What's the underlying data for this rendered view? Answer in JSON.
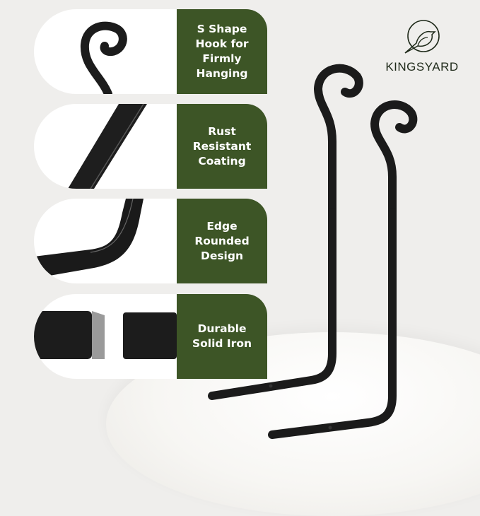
{
  "brand": {
    "name": "KINGSYARD",
    "logo_icon": "bird-in-circle-icon"
  },
  "colors": {
    "background": "#efeeec",
    "panel_green": "#3d5526",
    "panel_text": "#ffffff",
    "product_black": "#1a1a1a",
    "logo_ink": "#1f2a1a"
  },
  "features": [
    {
      "label": "S Shape\nHook for\nFirmly\nHanging",
      "image": "scroll-hook-closeup"
    },
    {
      "label": "Rust\nResistant\nCoating",
      "image": "coated-bar-closeup"
    },
    {
      "label": "Edge\nRounded\nDesign",
      "image": "rounded-bend-closeup"
    },
    {
      "label": "Durable\nSolid Iron",
      "image": "solid-iron-cross-section"
    }
  ],
  "product": {
    "description": "Two black S-scroll wall hooks / brackets on white round pedestal",
    "count": 2
  }
}
